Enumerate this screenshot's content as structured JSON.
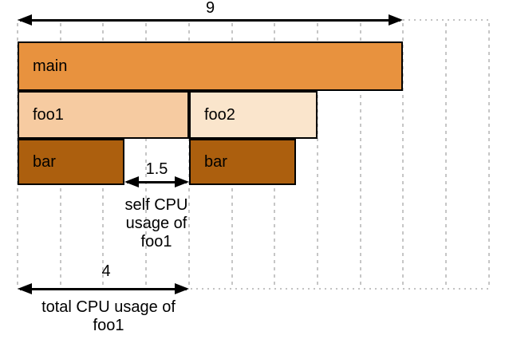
{
  "diagram": {
    "type": "flame-graph-cpu-usage-illustration",
    "frames": [
      {
        "label": "main",
        "depth": 0,
        "start": 0,
        "width": 9,
        "color": "#E8923E"
      },
      {
        "label": "foo1",
        "depth": 1,
        "start": 0,
        "width": 4,
        "color": "#F6CBA1"
      },
      {
        "label": "foo2",
        "depth": 1,
        "start": 4,
        "width": 3,
        "color": "#FAE5CC"
      },
      {
        "label": "bar",
        "depth": 2,
        "start": 0,
        "width": 2.5,
        "color": "#AC5F0E"
      },
      {
        "label": "bar",
        "depth": 2,
        "start": 4,
        "width": 2.5,
        "color": "#AC5F0E"
      }
    ],
    "measurements": {
      "total_width": {
        "value": "9",
        "from": 0,
        "to": 9
      },
      "self_cpu_foo1": {
        "value": "1.5",
        "from": 2.5,
        "to": 4,
        "caption": "self CPU\nusage of\nfoo1"
      },
      "total_cpu_foo1": {
        "value": "4",
        "from": 0,
        "to": 4,
        "caption": "total CPU usage of\nfoo1"
      }
    },
    "grid": {
      "unit_count": 11,
      "line_color": "#C6C6C6",
      "style": "dashed"
    },
    "colors": {
      "background": "#FFFFFF",
      "frame_border": "#000000",
      "text": "#000000",
      "arrow": "#000000"
    }
  }
}
